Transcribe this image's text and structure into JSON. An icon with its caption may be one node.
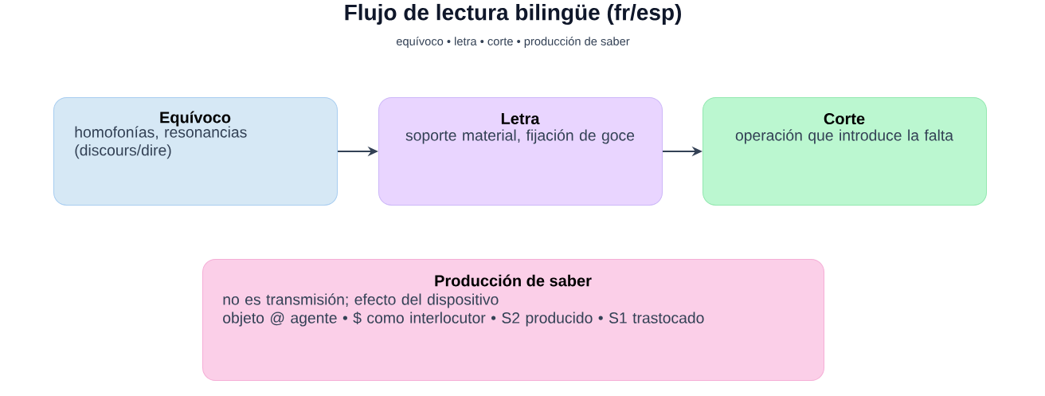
{
  "diagram": {
    "title": "Flujo de lectura bilingüe (fr/esp)",
    "caption": "equívoco • letra • corte • producción de saber",
    "nodes": [
      {
        "text": [
          "Equívoco",
          "homofonías, resonancias (discours/dire)"
        ]
      },
      {
        "text": [
          "Letra",
          "soporte material, fijación de goce"
        ]
      },
      {
        "text": [
          "Corte",
          "operación que introduce la falta"
        ]
      },
      {
        "text": [
          "Producción de saber",
          "no es transmisión; efecto del dispositivo",
          "objeto @ agente • $ como interlocutor • S2 producido • S1 trastocado"
        ]
      }
    ],
    "edges": [
      {
        "from": 0,
        "to": 1,
        "arrow": "to"
      },
      {
        "from": 1,
        "to": 2,
        "arrow": "to"
      }
    ]
  }
}
